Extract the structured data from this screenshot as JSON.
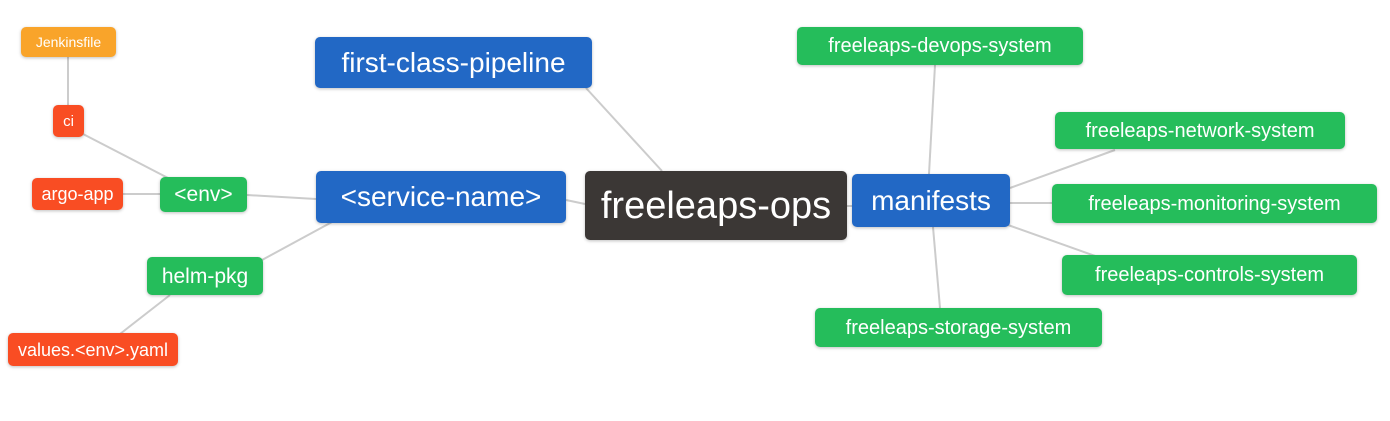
{
  "diagram": {
    "type": "mindmap",
    "colors": {
      "root_bg": "#3b3735",
      "branch_bg": "#2268c5",
      "leaf_green": "#25bd5b",
      "leaf_red": "#f94d23",
      "leaf_orange": "#f9a42a",
      "text": "#ffffff",
      "link": "#cccccc"
    },
    "nodes": {
      "root": {
        "label": "freeleaps-ops"
      },
      "first_class_pipeline": {
        "label": "first-class-pipeline"
      },
      "service_name": {
        "label": "<service-name>"
      },
      "manifests": {
        "label": "manifests"
      },
      "env": {
        "label": "<env>"
      },
      "helm_pkg": {
        "label": "helm-pkg"
      },
      "ci": {
        "label": "ci"
      },
      "argo_app": {
        "label": "argo-app"
      },
      "jenkinsfile": {
        "label": "Jenkinsfile"
      },
      "values_env_yaml": {
        "label": "values.<env>.yaml"
      },
      "devops_system": {
        "label": "freeleaps-devops-system"
      },
      "network_system": {
        "label": "freeleaps-network-system"
      },
      "monitoring_system": {
        "label": "freeleaps-monitoring-system"
      },
      "controls_system": {
        "label": "freeleaps-controls-system"
      },
      "storage_system": {
        "label": "freeleaps-storage-system"
      }
    },
    "edges": [
      {
        "from": "jenkinsfile",
        "to": "ci"
      },
      {
        "from": "ci",
        "to": "env"
      },
      {
        "from": "argo_app",
        "to": "env"
      },
      {
        "from": "env",
        "to": "service_name"
      },
      {
        "from": "helm_pkg",
        "to": "service_name"
      },
      {
        "from": "values_env_yaml",
        "to": "helm_pkg"
      },
      {
        "from": "service_name",
        "to": "root"
      },
      {
        "from": "first_class_pipeline",
        "to": "root"
      },
      {
        "from": "root",
        "to": "manifests"
      },
      {
        "from": "manifests",
        "to": "devops_system"
      },
      {
        "from": "manifests",
        "to": "network_system"
      },
      {
        "from": "manifests",
        "to": "monitoring_system"
      },
      {
        "from": "manifests",
        "to": "controls_system"
      },
      {
        "from": "manifests",
        "to": "storage_system"
      }
    ]
  }
}
